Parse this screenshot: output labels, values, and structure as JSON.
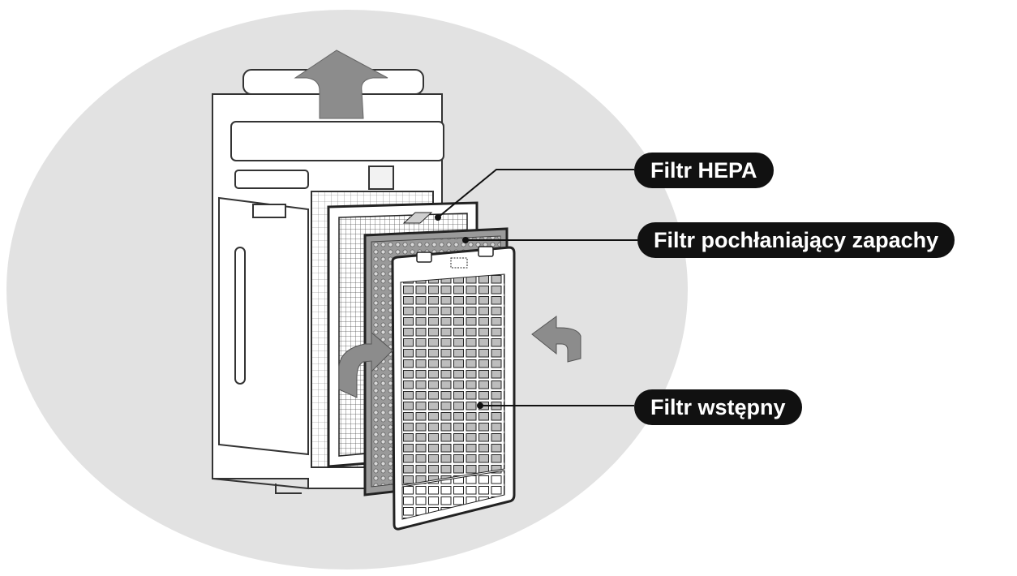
{
  "labels": {
    "hepa": "Filtr HEPA",
    "odour": "Filtr pochłaniający zapachy",
    "pre": "Filtr wstępny"
  },
  "colors": {
    "background_ellipse": "#e2e2e2",
    "label_bg": "#111111",
    "label_text": "#ffffff",
    "outline": "#333333",
    "arrow_fill": "#8c8c8c",
    "odour_filter_fill": "#9a9a9a"
  },
  "icons": [
    "arrow-up-icon",
    "arrow-left-curved-icon",
    "arrow-left-curved-icon"
  ]
}
